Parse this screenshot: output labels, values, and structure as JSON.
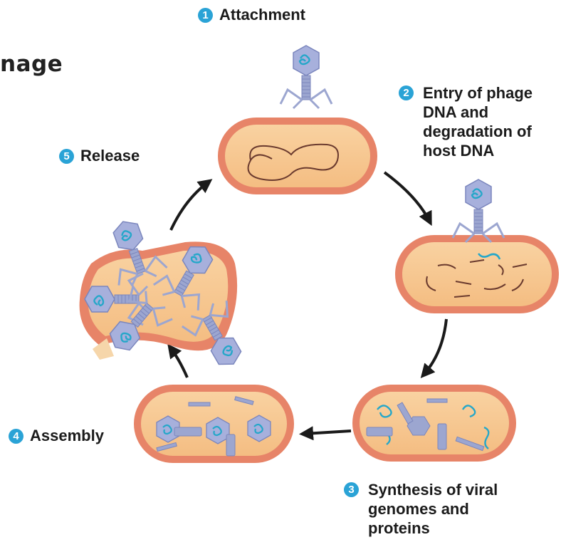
{
  "title_fragment": "nage",
  "steps": [
    {
      "number": "1",
      "label": "Attachment",
      "lines": []
    },
    {
      "number": "2",
      "label": "",
      "lines": [
        "Entry of phage",
        "DNA and",
        "degradation of",
        "host DNA"
      ]
    },
    {
      "number": "3",
      "label": "",
      "lines": [
        "Synthesis of viral",
        "genomes and",
        "proteins"
      ]
    },
    {
      "number": "4",
      "label": "Assembly",
      "lines": []
    },
    {
      "number": "5",
      "label": "Release",
      "lines": []
    }
  ],
  "colors": {
    "cell_wall": "#e78468",
    "cytoplasm": "#f8c98f",
    "phage": "#9ca6d0",
    "viral_dna": "#25a7c9",
    "host_dna": "#6a3a2e",
    "step_badge": "#2aa3d6",
    "arrow": "#1a1a1a"
  },
  "icons": [
    "step-number-badge",
    "cycle-arrow"
  ]
}
